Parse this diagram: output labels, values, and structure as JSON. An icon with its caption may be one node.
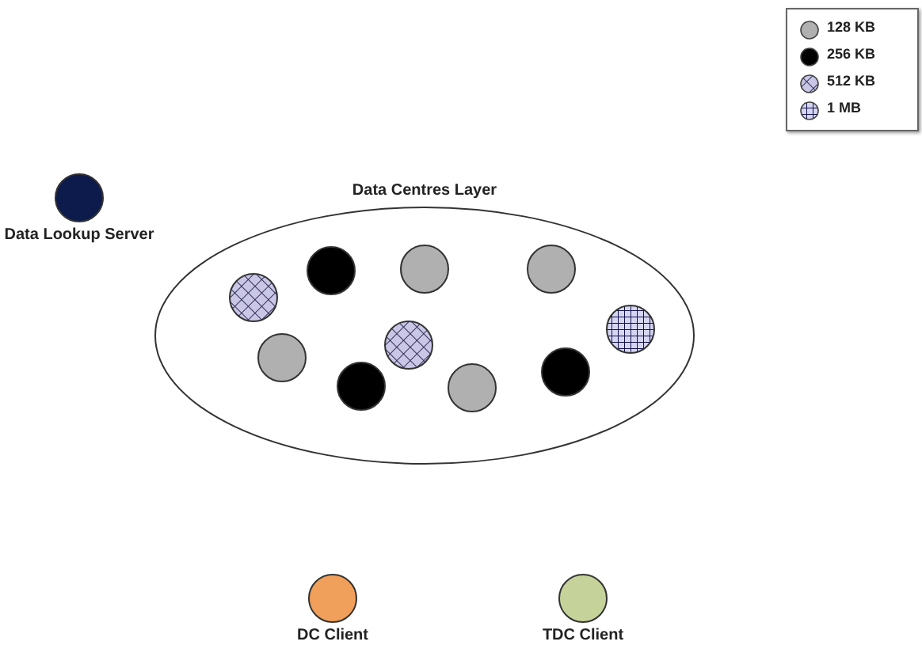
{
  "diagram": {
    "nodes": [
      {
        "text": [
          "Data Lookup Server"
        ]
      },
      {
        "text": [
          "Data Centres Layer"
        ]
      },
      {
        "text": [],
        "shape": "circle",
        "in": 1
      },
      {
        "text": [],
        "shape": "circle",
        "in": 1
      },
      {
        "text": [],
        "shape": "circle",
        "in": 1
      },
      {
        "text": [],
        "shape": "circle",
        "in": 1
      },
      {
        "text": [],
        "shape": "circle",
        "in": 1
      },
      {
        "text": [],
        "shape": "circle",
        "in": 1
      },
      {
        "text": [],
        "shape": "circle",
        "in": 1
      },
      {
        "text": [],
        "shape": "circle",
        "in": 1
      },
      {
        "text": [],
        "shape": "circle",
        "in": 1
      },
      {
        "text": [],
        "shape": "circle",
        "in": 1
      },
      {
        "text": [
          "DC Client"
        ]
      },
      {
        "text": [
          "TDC Client"
        ]
      }
    ],
    "legend": [
      {
        "text": "128 KB",
        "color": "#b0b0b0"
      },
      {
        "text": "256 KB",
        "color": "#000000"
      },
      {
        "text": "512 KB"
      },
      {
        "text": "1 MB"
      }
    ]
  }
}
